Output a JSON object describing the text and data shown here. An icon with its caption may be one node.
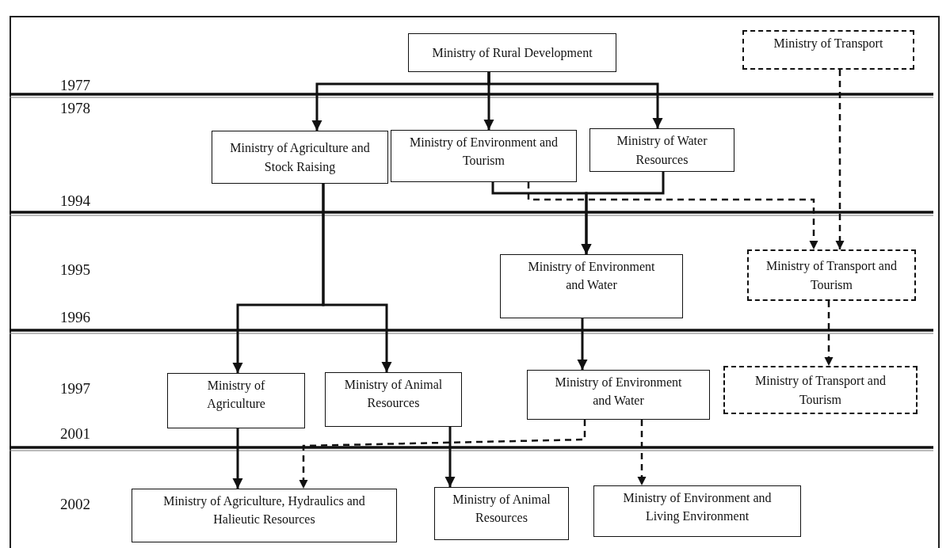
{
  "diagram": {
    "nodes": [
      {
        "text": [
          "Ministry of Rural Development"
        ]
      },
      {
        "text": [
          "Ministry of Transport"
        ]
      },
      {
        "text": [
          "Ministry of Agriculture and Stock Raising"
        ]
      },
      {
        "text": [
          "Ministry of Environment and Tourism"
        ]
      },
      {
        "text": [
          "Ministry of Water Resources"
        ]
      },
      {
        "text": [
          "Ministry of Environment and Water"
        ]
      },
      {
        "text": [
          "Ministry of Transport and Tourism"
        ]
      },
      {
        "text": [
          "Ministry of Agriculture"
        ]
      },
      {
        "text": [
          "Ministry of Animal Resources"
        ]
      },
      {
        "text": [
          "Ministry of Environment and Water"
        ]
      },
      {
        "text": [
          "Ministry of Transport and Tourism"
        ]
      },
      {
        "text": [
          "Ministry of Agriculture, Hydraulics and Halieutic Resources"
        ]
      },
      {
        "text": [
          "Ministry of Animal Resources"
        ]
      },
      {
        "text": [
          "Ministry of Environment and Living Environment"
        ]
      }
    ],
    "edges": [
      {
        "from": 0,
        "to": 2,
        "arrow": "to"
      },
      {
        "from": 0,
        "to": 3,
        "arrow": "to"
      },
      {
        "from": 0,
        "to": 4,
        "arrow": "to"
      },
      {
        "from": 1,
        "to": 6,
        "arrow": "to",
        "style": "dashed"
      },
      {
        "from": 3,
        "to": 5,
        "arrow": "to"
      },
      {
        "from": 4,
        "to": 5,
        "arrow": "to"
      },
      {
        "from": 3,
        "to": 6,
        "arrow": "to",
        "style": "dashed"
      },
      {
        "from": 2,
        "to": 7,
        "arrow": "to"
      },
      {
        "from": 2,
        "to": 8,
        "arrow": "to"
      },
      {
        "from": 5,
        "to": 9,
        "arrow": "to"
      },
      {
        "from": 6,
        "to": 10,
        "arrow": "to",
        "style": "dashed"
      },
      {
        "from": 7,
        "to": 11,
        "arrow": "to"
      },
      {
        "from": 9,
        "to": 11,
        "arrow": "to",
        "style": "dashed"
      },
      {
        "from": 8,
        "to": 12,
        "arrow": "to"
      },
      {
        "from": 9,
        "to": 13,
        "arrow": "to",
        "style": "dashed"
      }
    ],
    "labels": [
      "1977",
      "1978",
      "1994",
      "1995",
      "1996",
      "1997",
      "2001",
      "2002"
    ]
  }
}
